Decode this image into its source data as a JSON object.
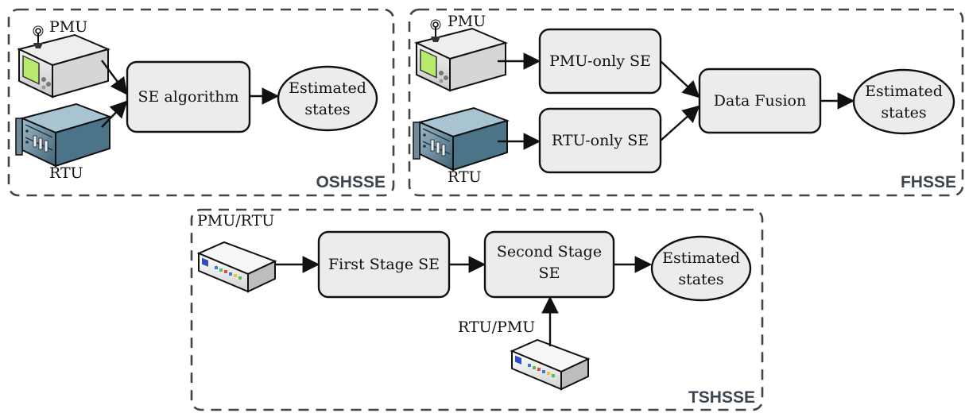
{
  "oshsse": {
    "panel_title": "OSHSSE",
    "pmu_label": "PMU",
    "rtu_label": "RTU",
    "se_block": "SE algorithm",
    "output_line1": "Estimated",
    "output_line2": "states"
  },
  "fhsse": {
    "panel_title": "FHSSE",
    "pmu_label": "PMU",
    "rtu_label": "RTU",
    "pmu_se_block": "PMU-only SE",
    "rtu_se_block": "RTU-only SE",
    "fusion_block": "Data Fusion",
    "output_line1": "Estimated",
    "output_line2": "states"
  },
  "tshsse": {
    "panel_title": "TSHSSE",
    "input1_label": "PMU/RTU",
    "input2_label": "RTU/PMU",
    "first_stage_block": "First Stage SE",
    "second_stage_line1": "Second Stage",
    "second_stage_line2": "SE",
    "output_line1": "Estimated",
    "output_line2": "states"
  },
  "icons": {
    "pmu": "pmu-device-icon",
    "rtu": "rtu-rack-icon",
    "generic_device": "network-device-icon"
  }
}
